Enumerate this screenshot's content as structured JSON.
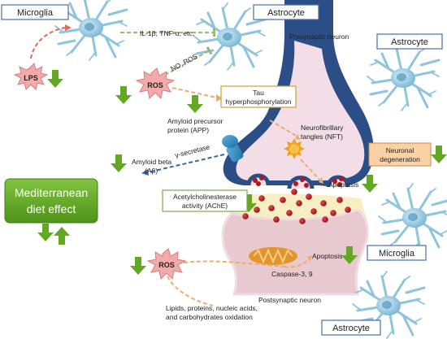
{
  "labels": {
    "microglia_top": "Microglia",
    "astrocyte_top_center": "Astrocyte",
    "astrocyte_top_right": "Astrocyte",
    "microglia_right": "Microglia",
    "astrocyte_bottom": "Astrocyte",
    "lps": "LPS",
    "ros_top": "ROS",
    "ros_bottom": "ROS",
    "cytokines": "IL-1β, TNF-α, etc.",
    "no_ros": "NO, ROS",
    "presynaptic": "Presynaptic neuron",
    "postsynaptic": "Postsynaptic neuron",
    "tau_line1": "Tau",
    "tau_line2": "hyperphosphorylation",
    "app_line1": "Amyloid precursor",
    "app_line2": "protein (APP)",
    "nft_line1": "Neurofibrillary",
    "nft_line2": "tangles (NFT)",
    "neuro_line1": "Neuronal",
    "neuro_line2": "degeneration",
    "secretase": "γ-secretase",
    "abeta_line1": "Amyloid beta",
    "abeta_line2": "(Aβ)",
    "apoptosis_pre": "Apoptosis",
    "apoptosis_post": "Apoptosis",
    "ache_line1": "Acetylcholinesterase",
    "ache_line2": "activity (AChE)",
    "caspase": "Caspase-3, 9",
    "oxid_line1": "Lipids, proteins, nucleic acids,",
    "oxid_line2": "and carbohydrates oxidation",
    "med_line1": "Mediterranean",
    "med_line2": "diet effect"
  },
  "colors": {
    "green_arrow": "#62a822",
    "green_box_top": "#82c341",
    "green_box_bottom": "#4e9418",
    "presynaptic_blue": "#2c4e86",
    "presynaptic_light": "#f3dde6",
    "postsynaptic": "#e8c9cf",
    "synaptic_cleft": "#f7eec4",
    "vesicle": "#b3161b",
    "glia": "#8fc4dd",
    "label_border": "#4a6fa5",
    "ros_fill": "#f4a9ab",
    "neuronal_box": "#fbd2a6",
    "mitochondrion": "#e3952a"
  },
  "icons": [
    "microglia-cell-icon",
    "astrocyte-cell-icon",
    "starburst-icon",
    "green-down-arrow-icon",
    "green-up-arrow-icon"
  ]
}
